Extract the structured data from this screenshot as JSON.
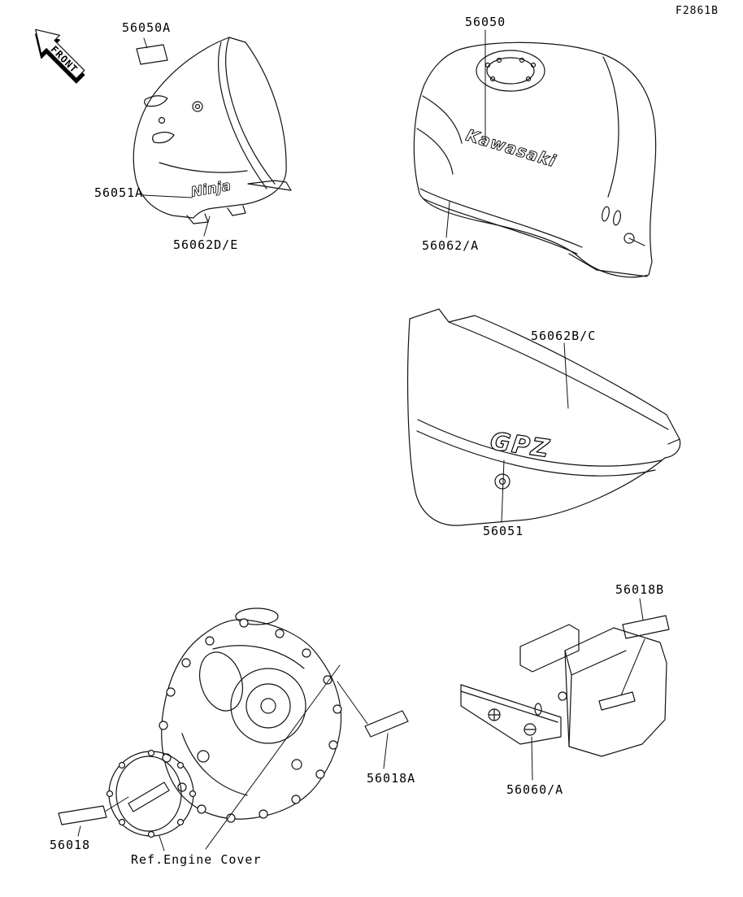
{
  "page": {
    "doc_code": "F2861B"
  },
  "front_arrow": {
    "label": "FRONT"
  },
  "part_labels": {
    "p56050a": "56050A",
    "p56050": "56050",
    "p56051a": "56051A",
    "p56062de": "56062D/E",
    "p56062a": "56062/A",
    "p56062bc": "56062B/C",
    "p56051": "56051",
    "p56018b": "56018B",
    "p56018a": "56018A",
    "p56060a": "56060/A",
    "p56018": "56018",
    "ref_engine_cover": "Ref.Engine Cover"
  },
  "decal_texts": {
    "tank_logo": "Kawasaki",
    "fairing_logo": "Ninja",
    "side_cover_logo": "GPZ"
  }
}
